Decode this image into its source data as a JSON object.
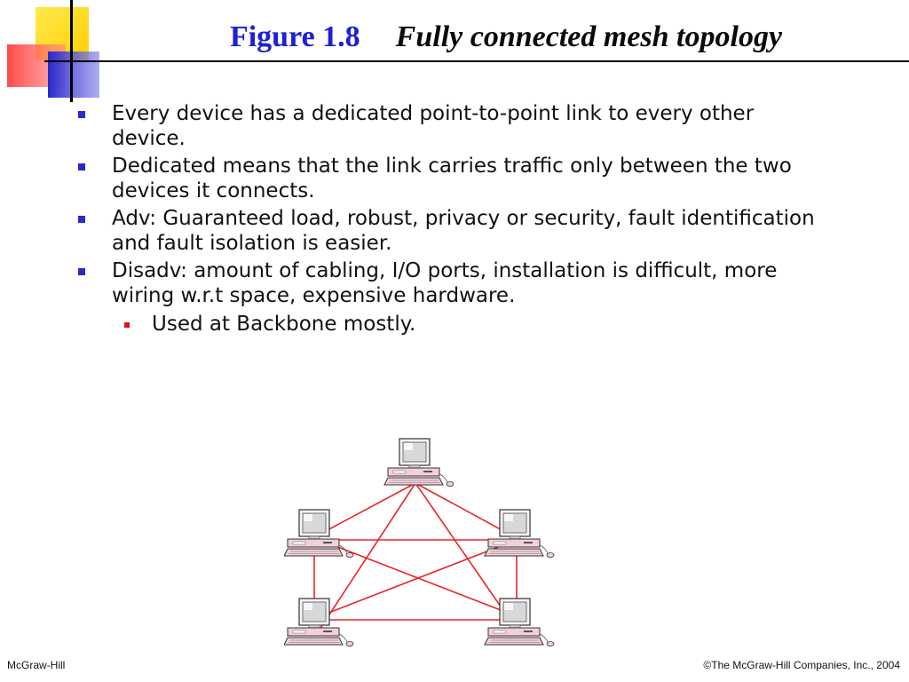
{
  "title": {
    "figure_label": "Figure 1.8",
    "text": "Fully connected mesh topology"
  },
  "bullets": [
    "Every device has a dedicated point-to-point link to every other device.",
    "Dedicated means that the link carries traffic only between the two devices it connects.",
    "Adv: Guaranteed load, robust, privacy or security, fault identification and fault isolation is easier.",
    "Disadv: amount of cabling, I/O ports, installation is difficult, more wiring w.r.t space, expensive hardware."
  ],
  "sub_bullets": [
    "Used at Backbone mostly."
  ],
  "diagram": {
    "node_icon": "desktop-computer-icon",
    "node_count": 5,
    "link_color": "#e8262a"
  },
  "footer": {
    "left": "McGraw-Hill",
    "right": "©The McGraw-Hill Companies, Inc., 2004"
  },
  "colors": {
    "title_blue": "#1f1fd6",
    "bullet_blue": "#2a2ac8",
    "sub_bullet_red": "#e01010",
    "deco_yellow": "#ffd800",
    "deco_red": "#f03a3a",
    "deco_blue": "#2f2fd0"
  }
}
